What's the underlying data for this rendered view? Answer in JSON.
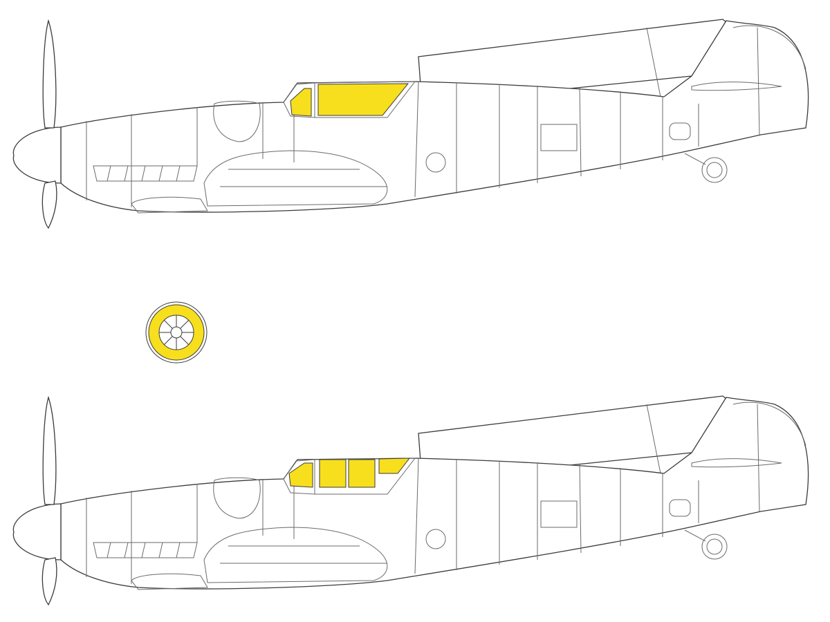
{
  "colors": {
    "mask": "#f7df1e",
    "line": "#3a3a3a",
    "background": "#ffffff"
  },
  "figures": [
    {
      "id": "aircraft-top",
      "masked_panels": 2
    },
    {
      "id": "wheel-mask"
    },
    {
      "id": "aircraft-bottom",
      "masked_panels": 4
    }
  ]
}
